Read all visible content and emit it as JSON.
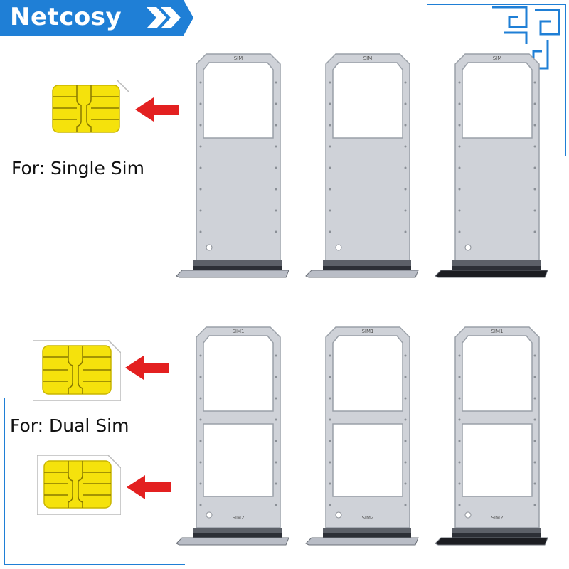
{
  "brand": {
    "name": "Netcosy",
    "banner_color": "#1f7fd6",
    "accent_color": "#1f7fd6"
  },
  "sections": [
    {
      "caption": "For: Single Sim",
      "sim_cards": 1,
      "arrow_color": "#e32020",
      "trays": [
        {
          "variant": "silver",
          "slot_label": "SIM"
        },
        {
          "variant": "silver",
          "slot_label": "SIM"
        },
        {
          "variant": "black",
          "slot_label": "SIM"
        }
      ]
    },
    {
      "caption": "For: Dual Sim",
      "sim_cards": 2,
      "arrow_color": "#e32020",
      "trays": [
        {
          "variant": "silver",
          "slot_label": "SIM1",
          "slot2_label": "SIM2"
        },
        {
          "variant": "silver",
          "slot_label": "SIM1",
          "slot2_label": "SIM2"
        },
        {
          "variant": "black",
          "slot_label": "SIM1",
          "slot2_label": "SIM2"
        }
      ]
    }
  ],
  "icons": [
    "sim-card-icon",
    "arrow-left-icon",
    "chevron-double-right-icon",
    "fret-pattern-icon"
  ]
}
